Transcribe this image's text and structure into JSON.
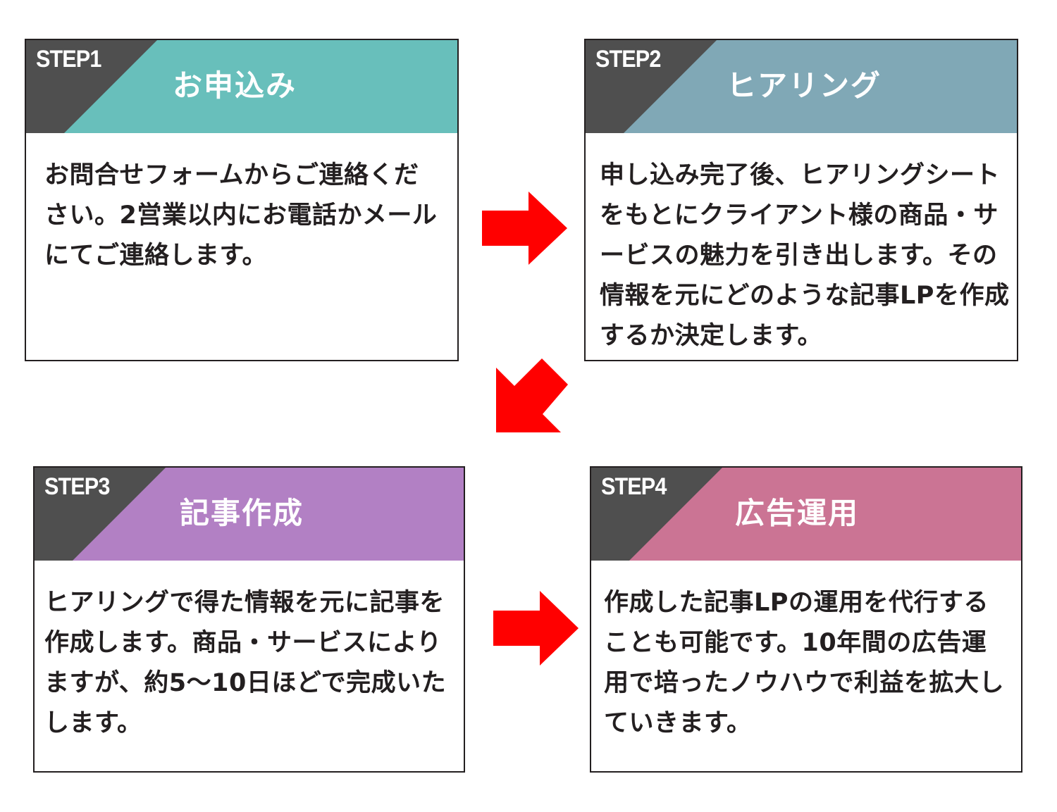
{
  "colors": {
    "dark": "#4f4f4f",
    "arrow": "#ff0000",
    "step1": "#68bfbb",
    "step2": "#80a8b6",
    "step3": "#b280c4",
    "step4": "#cb7494"
  },
  "steps": [
    {
      "label": "STEP1",
      "title": "お申込み",
      "text": "お問合せフォームからご連絡ください。2営業以内にお電話かメールにてご連絡します。"
    },
    {
      "label": "STEP2",
      "title": "ヒアリング",
      "text": "申し込み完了後、ヒアリングシートをもとにクライアント様の商品・サービスの魅力を引き出します。その情報を元にどのような記事LPを作成するか決定します。"
    },
    {
      "label": "STEP3",
      "title": "記事作成",
      "text": "ヒアリングで得た情報を元に記事を作成します。商品・サービスによりますが、約5～10日ほどで完成いたします。"
    },
    {
      "label": "STEP4",
      "title": "広告運用",
      "text": "作成した記事LPの運用を代行することも可能です。10年間の広告運用で培ったノウハウで利益を拡大していきます。"
    }
  ]
}
